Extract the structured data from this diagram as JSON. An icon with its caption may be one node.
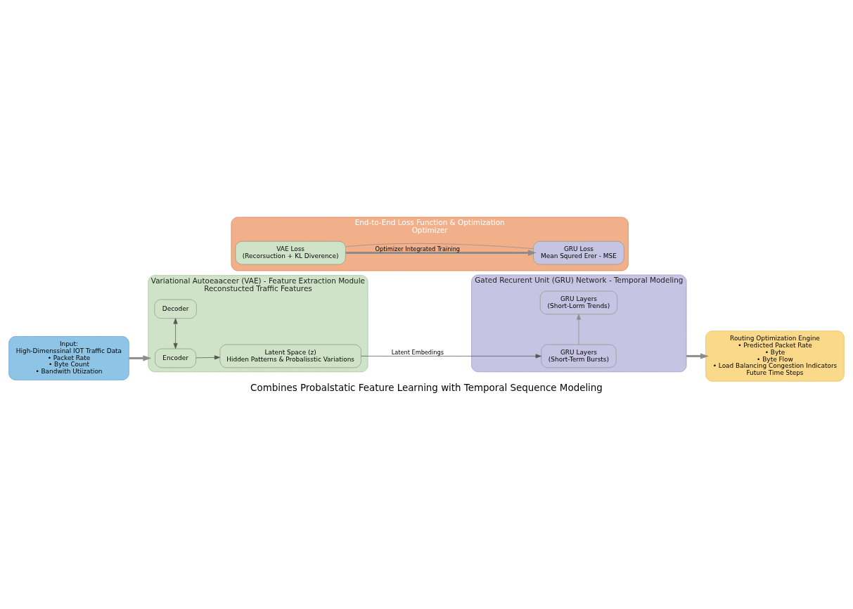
{
  "diagram": {
    "caption": "Combines Probalstatic Feature Learning with Temporal Sequence Modeling",
    "nodes": [
      {
        "text": [
          "Input:",
          "High-Dimenssinal IOT Traffic Data",
          "• Packet Rate",
          "• Byte Count",
          "• Bandwith Utiization"
        ]
      },
      {
        "text": [
          "Variational Autoeaaceer (VAE) - Feature Extraction Module",
          "Reconstucted Traffic Features"
        ]
      },
      {
        "text": [
          "Encoder"
        ],
        "in": 1
      },
      {
        "text": [
          "Latent Space (z)",
          "Hidden Patterns & Probalisstic Variations"
        ],
        "in": 1
      },
      {
        "text": [
          "Decoder"
        ],
        "in": 1
      },
      {
        "text": [
          "Gated Recurent Unit (GRU) Network - Temporal Modeling"
        ]
      },
      {
        "text": [
          "GRU Layers",
          "(Short-Term Bursts)"
        ],
        "in": 5
      },
      {
        "text": [
          "GRU Layers",
          "(Short-Lorm Trends)"
        ],
        "in": 5
      },
      {
        "text": [
          "Routing Optimization Engine",
          "• Predicted Packet Rate",
          "• Byte",
          "• Byte Flow",
          "• Load Balancing Congestion Indicators",
          "Future Time Steps"
        ]
      },
      {
        "text": [
          "End-to-End Loss Function & Optimization",
          "Optimizer"
        ]
      },
      {
        "text": [
          "VAE Loss",
          "(Recorsuction + KL Diverence)"
        ],
        "in": 9
      },
      {
        "text": [
          "GRU Loss",
          "Mean Squred Erer - MSE"
        ],
        "in": 9
      }
    ],
    "edges": [
      {
        "from": 0,
        "to": 1,
        "arrow": "to",
        "style": "thick",
        "color": "#8c8c8c"
      },
      {
        "from": 2,
        "to": 4,
        "arrow": "both"
      },
      {
        "from": 2,
        "to": 3,
        "arrow": "to"
      },
      {
        "from": 3,
        "to": 6,
        "arrow": "to",
        "label": "Latent Embedings"
      },
      {
        "from": 6,
        "to": 7,
        "arrow": "to",
        "color": "#8c8c8c"
      },
      {
        "from": 5,
        "to": 8,
        "arrow": "to",
        "style": "thick",
        "color": "#8c8c8c"
      },
      {
        "from": 10,
        "to": 11,
        "arrow": "to",
        "style": "thick",
        "color": "#8c8c8c",
        "label": "Optimizer Integrated Training"
      },
      {
        "from": 11,
        "to": 10,
        "arrow": "none",
        "color": "#8c8c8c"
      }
    ]
  }
}
